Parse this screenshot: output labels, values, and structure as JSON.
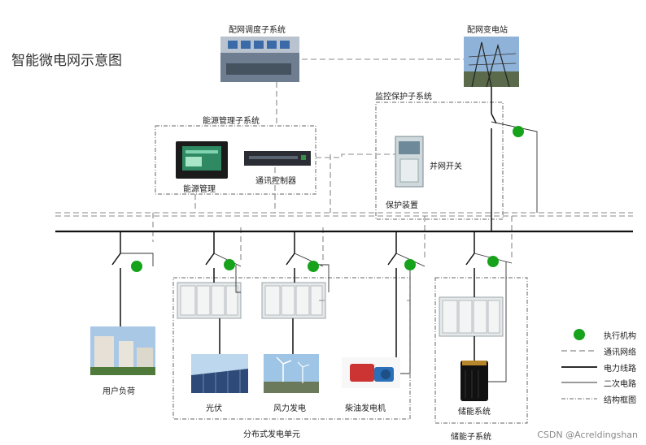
{
  "title": "智能微电网示意图",
  "labels": {
    "dispatch": "配网调度子系统",
    "substation": "配网变电站",
    "monitor": "监控保护子系统",
    "energy_mgmt_sys": "能源管理子系统",
    "energy_mgmt": "能源管理",
    "comm_ctrl": "通讯控制器",
    "grid_switch": "并网开关",
    "protection": "保护装置",
    "user_load": "用户负荷",
    "pv": "光伏",
    "wind": "风力发电",
    "diesel": "柴油发电机",
    "storage": "储能系统",
    "distributed": "分布式发电单元",
    "storage_sys": "储能子系统"
  },
  "legend": [
    {
      "key": "actuator",
      "label": "执行机构"
    },
    {
      "key": "comm",
      "label": "通讯网络"
    },
    {
      "key": "power",
      "label": "电力线路"
    },
    {
      "key": "secondary",
      "label": "二次电路"
    },
    {
      "key": "frame",
      "label": "结构框图"
    }
  ],
  "watermark": "CSDN @Acreldingshan",
  "colors": {
    "actuator": "#17a21b",
    "line": "#222222",
    "dash": "#777777"
  }
}
